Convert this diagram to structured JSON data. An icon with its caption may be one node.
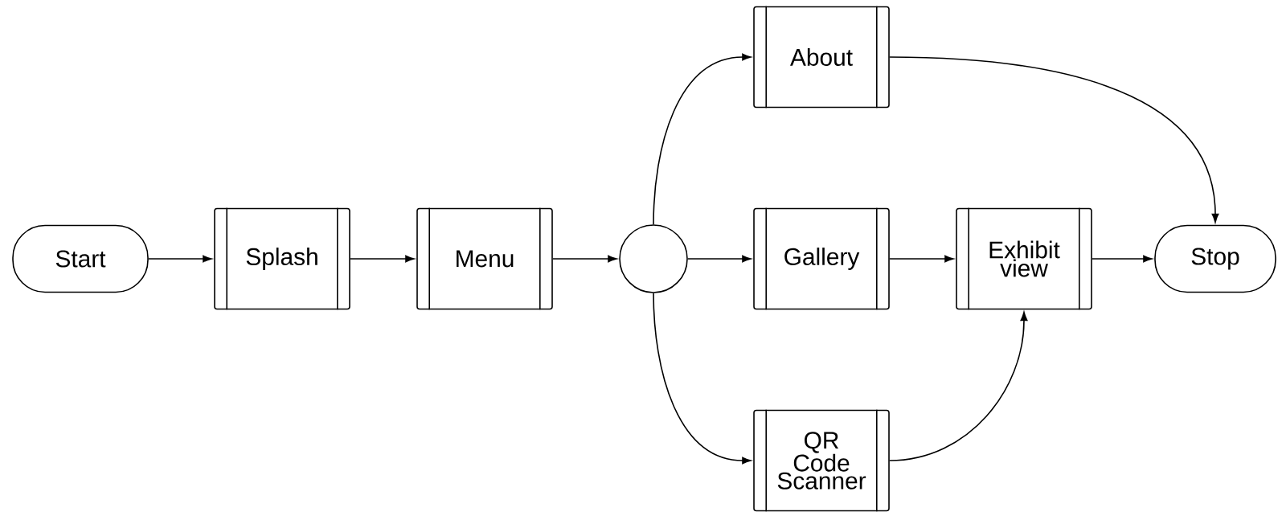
{
  "diagram": {
    "nodes": [
      {
        "text": [
          "Start"
        ]
      },
      {
        "text": [
          "Splash"
        ]
      },
      {
        "text": [
          "Menu"
        ]
      },
      {
        "text": [],
        "shape": "circle"
      },
      {
        "text": [
          "About"
        ]
      },
      {
        "text": [
          "Gallery"
        ]
      },
      {
        "text": [
          "QR Code Scanner"
        ]
      },
      {
        "text": [
          "Exhibit view"
        ]
      },
      {
        "text": [
          "Stop"
        ]
      }
    ],
    "edges": [
      {
        "from": 0,
        "to": 1,
        "arrow": "to"
      },
      {
        "from": 1,
        "to": 2,
        "arrow": "to"
      },
      {
        "from": 2,
        "to": 3,
        "arrow": "to"
      },
      {
        "from": 3,
        "to": 4,
        "arrow": "to"
      },
      {
        "from": 3,
        "to": 5,
        "arrow": "to"
      },
      {
        "from": 3,
        "to": 6,
        "arrow": "to"
      },
      {
        "from": 4,
        "to": 8,
        "arrow": "to"
      },
      {
        "from": 5,
        "to": 7,
        "arrow": "to"
      },
      {
        "from": 6,
        "to": 7,
        "arrow": "to"
      },
      {
        "from": 7,
        "to": 8,
        "arrow": "to"
      }
    ]
  }
}
